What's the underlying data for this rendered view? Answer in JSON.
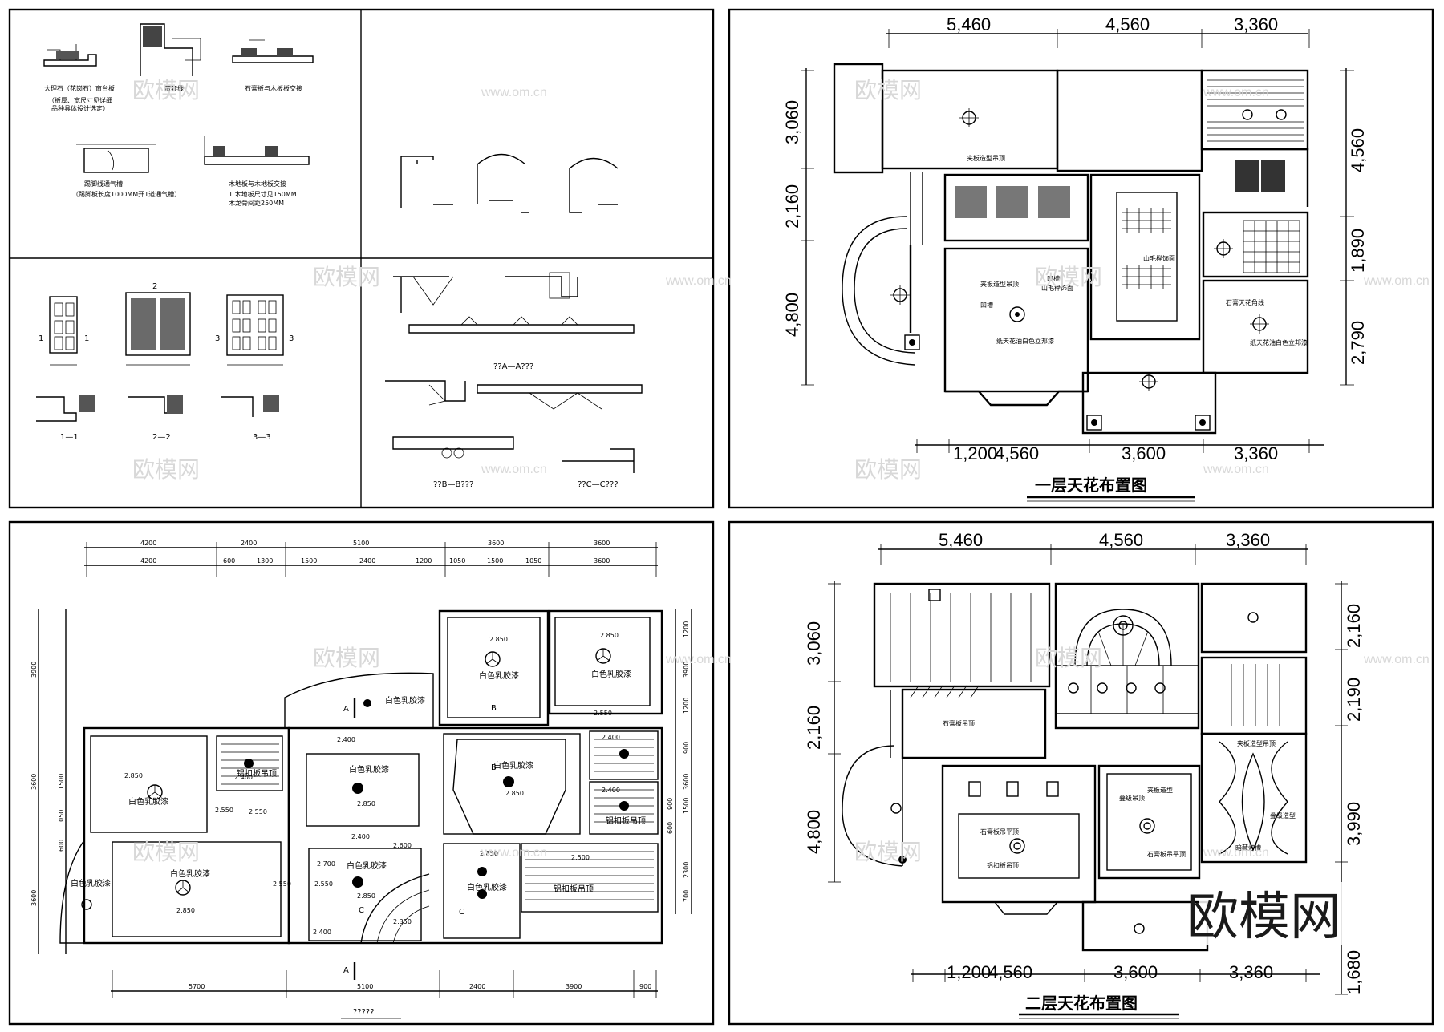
{
  "plan1": {
    "title": "一层天花布置图",
    "top_dims": [
      "5,460",
      "4,560",
      "3,360"
    ],
    "bottom_dims": [
      "1,200",
      "4,560",
      "3,600",
      "3,360"
    ],
    "left_dims": [
      "3,060",
      "2,160",
      "4,800"
    ],
    "right_dims": [
      "4,560",
      "1,890",
      "2,790"
    ],
    "notes": [
      "夹板造型吊顶",
      "夹板造型吊顶",
      "凹槽",
      "凹槽",
      "山毛榉饰面",
      "山毛榉饰面",
      "石膏天花角线",
      "纸天花油白色立邦漆",
      "纸天花油白色立邦漆"
    ]
  },
  "plan2": {
    "title": "二层天花布置图",
    "top_dims": [
      "5,460",
      "4,560",
      "3,360"
    ],
    "bottom_dims": [
      "1,200",
      "4,560",
      "3,600",
      "3,360"
    ],
    "left_dims": [
      "3,060",
      "2,160",
      "4,800"
    ],
    "right_dims": [
      "2,160",
      "2,190",
      "3,990",
      "1,680"
    ],
    "notes": [
      "石膏板吊顶",
      "石膏板吊平顶",
      "铝扣板吊顶",
      "夹板造型",
      "夹板造型吊顶",
      "石膏板吊平顶",
      "叠级吊顶",
      "叠级造型",
      "暗藏灯槽"
    ]
  },
  "plan3": {
    "title": "?????",
    "top_dims_outer": [
      "4200",
      "2400",
      "5100",
      "3600",
      "3600"
    ],
    "top_dims_inner": [
      "4200",
      "600",
      "1300",
      "1500",
      "2400",
      "1200",
      "1050",
      "1500",
      "1050",
      "3600"
    ],
    "bottom_dims": [
      "5700",
      "5100",
      "2400",
      "3900",
      "900"
    ],
    "left_dims": [
      "3900",
      "3600",
      "1500",
      "1050",
      "600",
      "3600"
    ],
    "right_dims": [
      "1200",
      "3900",
      "1200",
      "900",
      "3600",
      "1500",
      "900",
      "600",
      "2300",
      "700"
    ],
    "paint": "白色乳胶漆",
    "alu": "铝扣板吊顶",
    "heights": [
      "2.850",
      "2.550",
      "2.400",
      "2.600",
      "2.700",
      "2.350",
      "2.500"
    ],
    "section_marks": [
      "A",
      "B",
      "C"
    ]
  },
  "details": {
    "sections": [
      "??A—A???",
      "??B—B???",
      "??C—C???"
    ],
    "cuts": [
      "1—1",
      "2—2",
      "3—3"
    ],
    "marks": [
      "1",
      "2",
      "3"
    ],
    "d1": "大理石（花岗石）窗台板",
    "d1b": "（板厚、宽尺寸见详细",
    "d1c": "品种具体设计选定）",
    "d2": "窗套线",
    "d3": "石膏板与木板板交接",
    "d4": "踢脚线通气槽",
    "d4b": "（踢脚板长度1000MM开1道通气槽）",
    "d5": "木地板与木地板交接",
    "d5b": "1.木地板尺寸见150MM",
    "d5c": "木龙骨间距250MM"
  },
  "watermark": {
    "logo": "欧模网",
    "url": "www.om.cn"
  }
}
